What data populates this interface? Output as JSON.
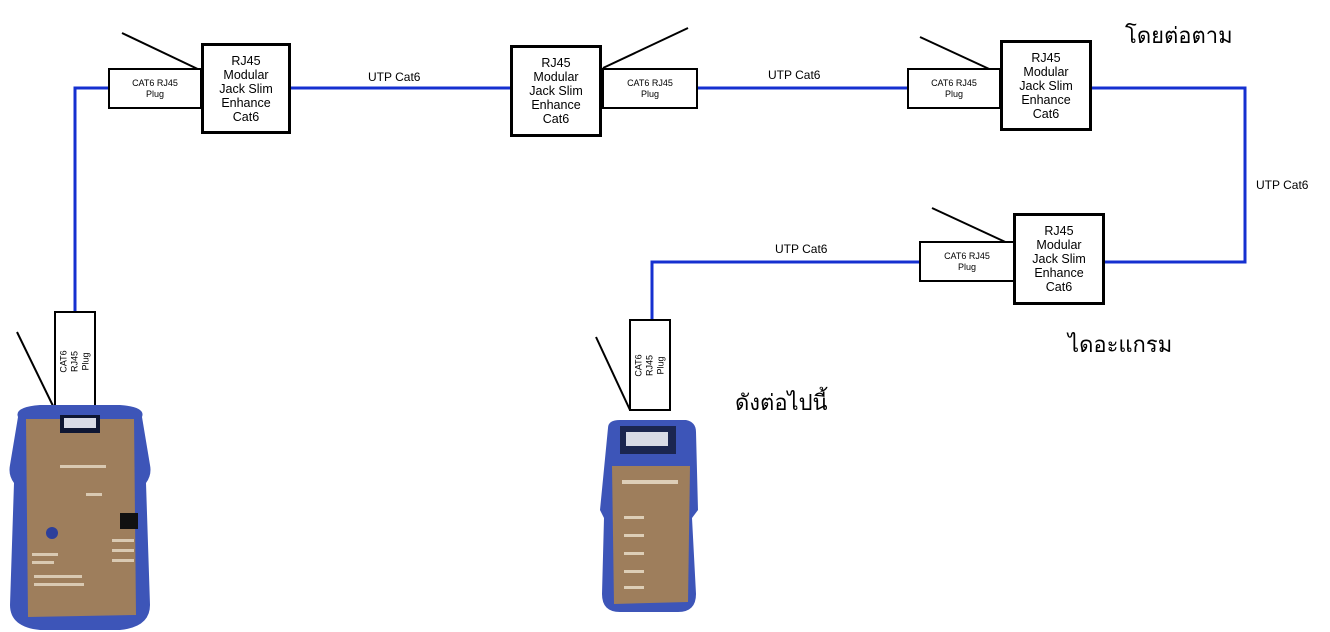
{
  "cable_label": "UTP Cat6",
  "jack_label": "RJ45\nModular\nJack Slim\nEnhance\nCat6",
  "plug_label": "CAT6 RJ45\nPlug",
  "thai_text": {
    "line1": "โดยต่อตาม",
    "line2": "ไดอะแกรม",
    "line3": "ดังต่อไปนี้"
  },
  "colors": {
    "wire": "#1530d0",
    "tester_body": "#3d55b8",
    "tester_panel": "#9e7e5c"
  }
}
